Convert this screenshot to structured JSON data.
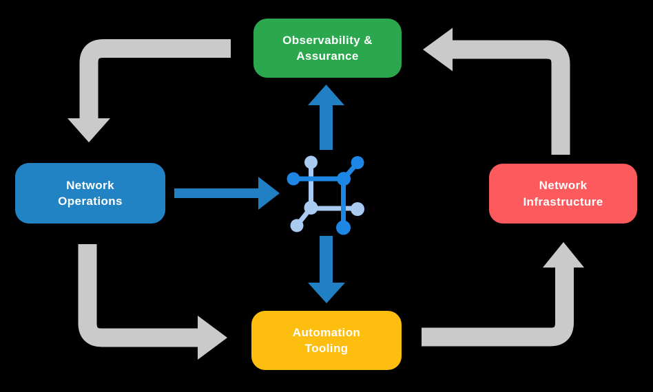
{
  "diagram": {
    "background_color": "#000000",
    "text_color": "#FFFFFF",
    "nodes": [
      {
        "id": "observability",
        "label": "Observability &\nAssurance",
        "color": "#2BA84E",
        "position": "top"
      },
      {
        "id": "operations",
        "label": "Network\nOperations",
        "color": "#2283C4",
        "position": "left"
      },
      {
        "id": "infrastructure",
        "label": "Network\nInfrastructure",
        "color": "#FC5A5D",
        "position": "right"
      },
      {
        "id": "automation",
        "label": "Automation\nTooling",
        "color": "#FDBE10",
        "position": "bottom"
      }
    ],
    "outer_cycle": {
      "color": "#CACACA",
      "arrows": [
        {
          "from": "observability",
          "to": "operations"
        },
        {
          "from": "operations",
          "to": "automation"
        },
        {
          "from": "automation",
          "to": "infrastructure"
        },
        {
          "from": "infrastructure",
          "to": "observability"
        }
      ]
    },
    "center_arrows": {
      "color": "#2180C3",
      "arrows": [
        {
          "from": "operations",
          "to": "center-icon",
          "direction": "right"
        },
        {
          "from": "center-icon",
          "to": "observability",
          "direction": "up"
        },
        {
          "from": "center-icon",
          "to": "automation",
          "direction": "down"
        }
      ]
    },
    "center_icon": {
      "name": "network-automation-icon",
      "dark_blue": "#1E87E5",
      "light_blue": "#A9CBF1"
    }
  }
}
